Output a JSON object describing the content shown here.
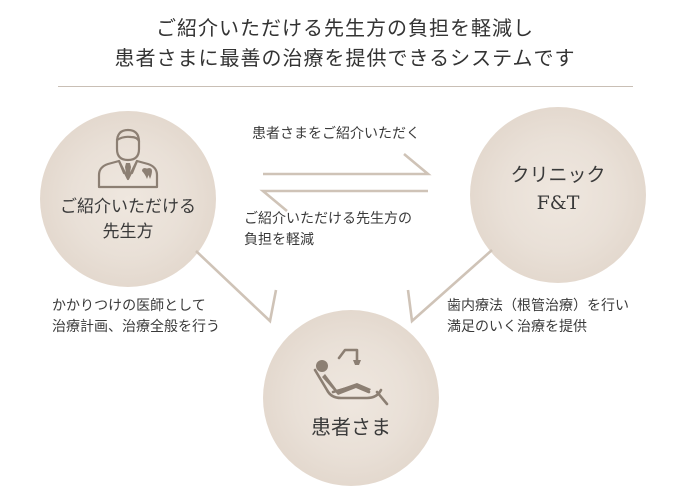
{
  "title": {
    "line1": "ご紹介いただける先生方の負担を軽減し",
    "line2": "患者さまに最善の治療を提供できるシステムです"
  },
  "nodes": {
    "referrer": {
      "line1": "ご紹介いただける",
      "line2": "先生方"
    },
    "clinic": {
      "line1": "クリニック",
      "line2": "F&T"
    },
    "patient": {
      "label": "患者さま"
    }
  },
  "notes": {
    "top": {
      "line1": "患者さまをご紹介いただく"
    },
    "mid": {
      "line1": "ご紹介いただける先生方の",
      "line2": "負担を軽減"
    },
    "left": {
      "line1": "かかりつけの医師として",
      "line2": "治療計画、治療全般を行う"
    },
    "right": {
      "line1": "歯内療法（根管治療）を行い",
      "line2": "満足のいく治療を提供"
    }
  },
  "icons": {
    "referrer": "dentist-icon",
    "patient": "dental-chair-icon"
  },
  "colors": {
    "circle": "#e9e0d7",
    "arrow": "#cfc3b7",
    "rule": "#c9bfb5",
    "icon": "#8c7f73"
  }
}
